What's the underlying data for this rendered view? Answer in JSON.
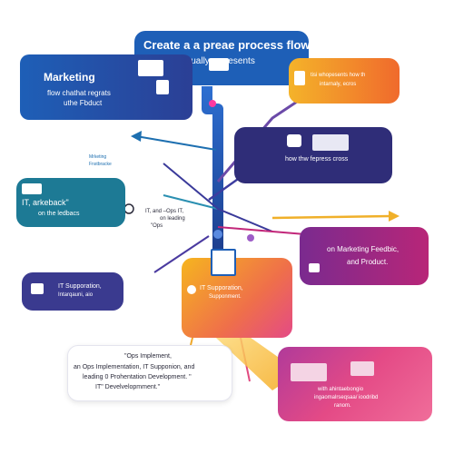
{
  "title": {
    "line1": "Create a a preae process flow",
    "line2": "visually represents"
  },
  "marketing": {
    "heading": "Marketing",
    "body": [
      "flow chathat regrats",
      "uthe Fbduct"
    ]
  },
  "orange_card": {
    "body": [
      "tisi whopesents how th",
      "intarnaly, ecros"
    ]
  },
  "mini_labels": {
    "left_widget": [
      "Mrketing",
      "Fnstbracke"
    ]
  },
  "right_upper": {
    "body": "how thw fepress cross"
  },
  "it_feedback": {
    "heading": "IT, arkeback\"",
    "sub": "on the ledbacs"
  },
  "center_cluster": {
    "lines": [
      "IT, and –Ops IT,",
      "on leading",
      "\"Ops"
    ]
  },
  "marketing_feedback": {
    "lines": [
      "on Marketing Feedbic,",
      "and Product."
    ]
  },
  "it_support_left": {
    "lines": [
      "IT Supporation,",
      "Intarqauni, aio"
    ]
  },
  "it_support_center": {
    "lines": [
      "IT Supporation,",
      "Supponment."
    ]
  },
  "ops_note": {
    "lines": [
      "\"Ops Implement,",
      "an Ops Implementation, IT Supponion, and",
      "leading 0 Prohentation Development. \"",
      "IT\" Develvelopmment.\""
    ]
  },
  "pink_card": {
    "lines": [
      "with ahintaebongio",
      "ingaomalrseqsaa/ ioodribd",
      "ranom."
    ]
  },
  "colors": {
    "title_blue": "#1e5fb7",
    "marketing_blue": "#23489c",
    "orange": "#f07a2a",
    "navy_purple": "#2f2d78",
    "teal": "#1d7a95",
    "violet": "#6a2c8f",
    "magenta": "#c2277a",
    "yellow": "#f2b21e",
    "pink": "#e64a8a"
  }
}
